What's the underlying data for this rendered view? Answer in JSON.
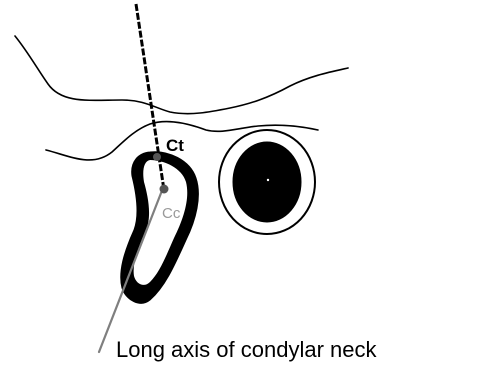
{
  "diagram": {
    "labels": {
      "condylar_top": "Ct",
      "condylar_center": "Cc",
      "axis_caption": "Long axis of condylar neck"
    },
    "colors": {
      "background": "#ffffff",
      "outline": "#000000",
      "axis_line": "#7f7f7f",
      "label_faint": "#9a9a9a"
    }
  }
}
